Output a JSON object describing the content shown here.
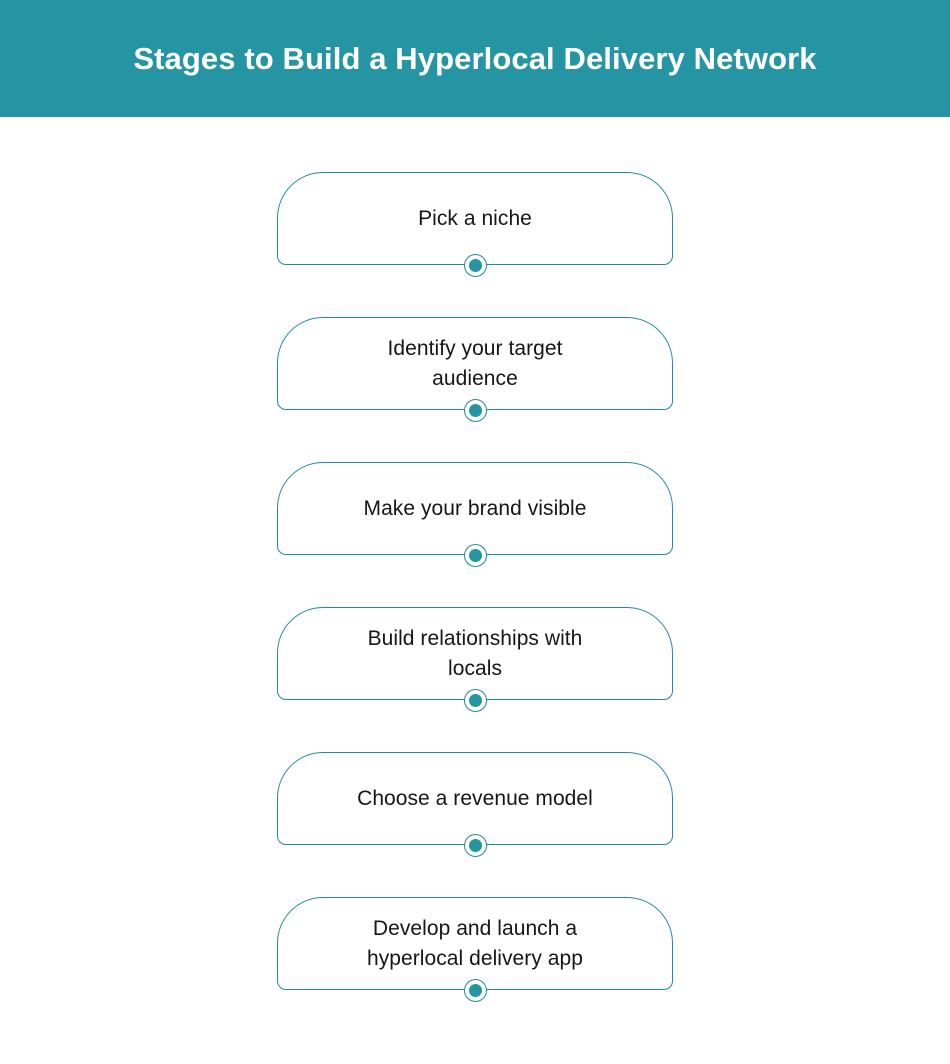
{
  "header": {
    "title": "Stages to Build a Hyperlocal Delivery Network",
    "background_color": "#2594a3",
    "text_color": "#ffffff"
  },
  "theme": {
    "accent_color": "#2594a3",
    "border_color": "#2389a0",
    "text_color": "#161616",
    "page_background": "#ffffff"
  },
  "flow": {
    "orientation": "vertical",
    "node_icon": "filled-circle-node",
    "stages": [
      {
        "index": 1,
        "label": "Pick a niche"
      },
      {
        "index": 2,
        "label": "Identify your target\naudience"
      },
      {
        "index": 3,
        "label": "Make your brand visible"
      },
      {
        "index": 4,
        "label": "Build relationships with\nlocals"
      },
      {
        "index": 5,
        "label": "Choose a revenue model"
      },
      {
        "index": 6,
        "label": "Develop and launch a\nhyperlocal delivery app"
      }
    ]
  }
}
